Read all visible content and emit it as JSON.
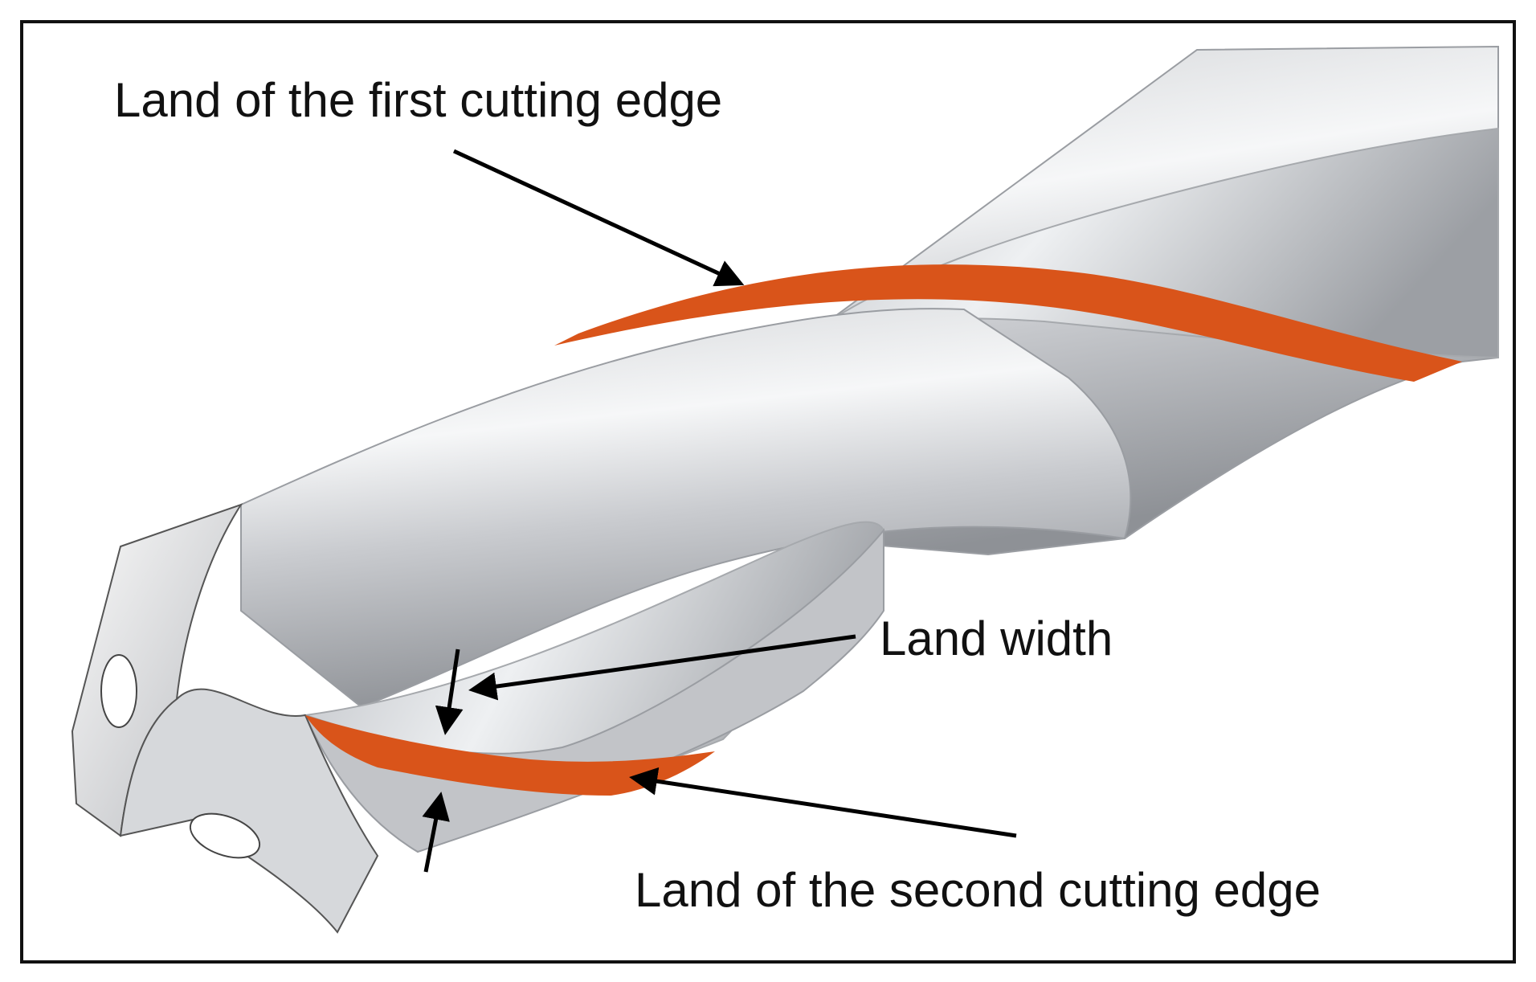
{
  "labels": {
    "first_land": "Land of the first cutting edge",
    "land_width": "Land width",
    "second_land": "Land of the second cutting edge"
  },
  "colors": {
    "land_highlight": "#d9541a",
    "frame": "#111111",
    "arrow": "#000000",
    "metal_light": "#f4f5f6",
    "metal_dark": "#8e9196"
  }
}
